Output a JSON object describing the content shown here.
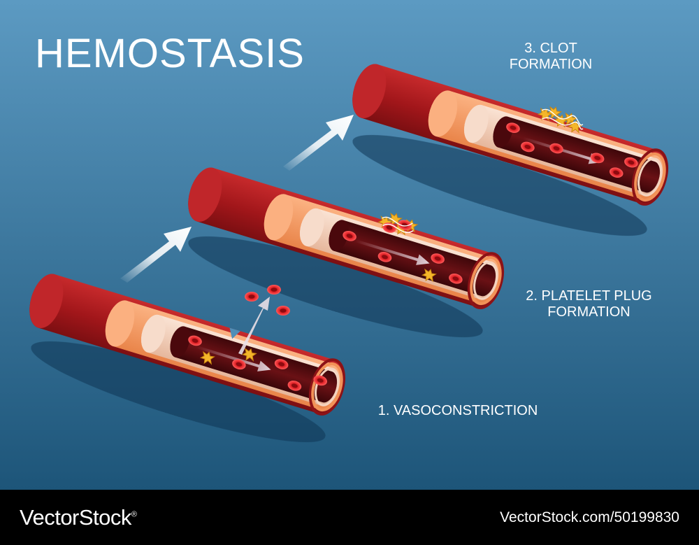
{
  "title": "HEMOSTASIS",
  "steps": [
    {
      "label_lines": [
        "1. VASOCONSTRICTION"
      ]
    },
    {
      "label_lines": [
        "2. PLATELET PLUG",
        "FORMATION"
      ]
    },
    {
      "label_lines": [
        "3. CLOT",
        "FORMATION"
      ]
    }
  ],
  "footer": {
    "brand": "VectorStock",
    "registered_mark": "®",
    "credit": "VectorStock.com/50199830"
  },
  "colors": {
    "background_top": "#4f8fb8",
    "background_bottom": "#1f5a80",
    "vessel_outer": "#a8171b",
    "vessel_media": "#f59a62",
    "vessel_intima": "#f3d2bf",
    "lumen": "#5a0d10",
    "red_blood_cell": "#e01f26",
    "platelet": "#f2b327",
    "footer": "#000000",
    "text": "#ffffff"
  }
}
